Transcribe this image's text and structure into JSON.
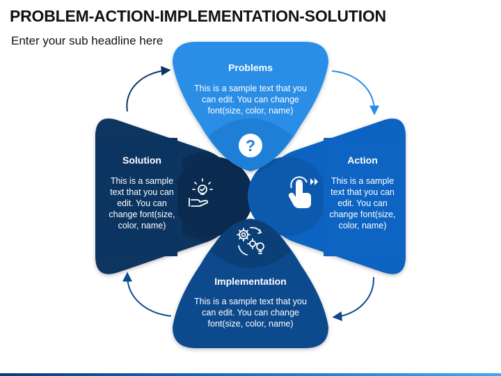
{
  "header": {
    "title": "PROBLEM-ACTION-IMPLEMENTATION-SOLUTION",
    "subtitle": "Enter your sub headline here"
  },
  "petals": {
    "problems": {
      "title": "Problems",
      "body": [
        "This is a sample text that you",
        "can edit. You can change",
        "font(size, color, name)"
      ],
      "icon": "question-mark-icon",
      "color": "#2a8de6"
    },
    "action": {
      "title": "Action",
      "body": [
        "This is a sample",
        "text that you can",
        "edit. You can",
        "change font(size,",
        "color, name)"
      ],
      "icon": "tap-gesture-icon",
      "color": "#0d64c2"
    },
    "implementation": {
      "title": "Implementation",
      "body": [
        "This is a sample text that you",
        "can edit. You can change",
        "font(size, color, name)"
      ],
      "icon": "gears-lightbulb-icon",
      "color": "#0c4a8d"
    },
    "solution": {
      "title": "Solution",
      "body": [
        "This is a sample",
        "text that you can",
        "edit. You can",
        "change font(size,",
        "color, name)"
      ],
      "icon": "hand-lightbulb-icon",
      "color": "#0b3461"
    }
  },
  "arrows": [
    "cycle-arrow-icon",
    "cycle-arrow-icon",
    "cycle-arrow-icon",
    "cycle-arrow-icon"
  ]
}
